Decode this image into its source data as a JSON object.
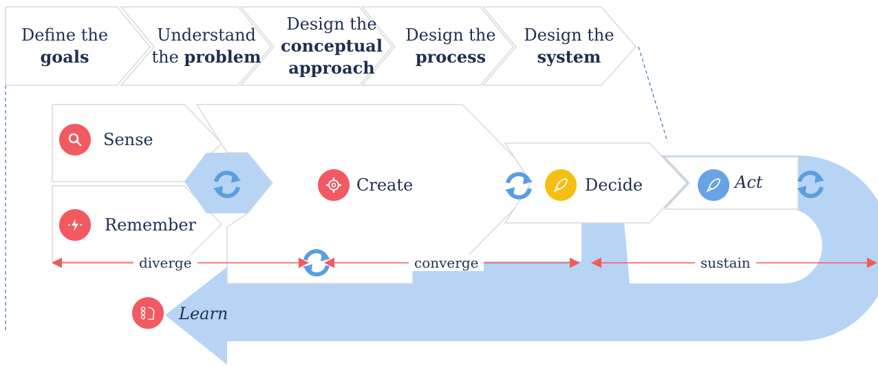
{
  "stages": [
    {
      "line1": "Define the",
      "line2": "goals",
      "line3": ""
    },
    {
      "line1": "Understand",
      "line2": "the ",
      "line2_bold": "problem",
      "line3": ""
    },
    {
      "line1": "Design the",
      "line2": "conceptual",
      "line3": "approach"
    },
    {
      "line1": "Design the",
      "line2": "process",
      "line3": ""
    },
    {
      "line1": "Design the",
      "line2": "system",
      "line3": ""
    }
  ],
  "steps": {
    "sense": "Sense",
    "remember": "Remember",
    "create": "Create",
    "decide": "Decide",
    "act": "Act",
    "learn": "Learn"
  },
  "spans": {
    "diverge": "diverge",
    "converge": "converge",
    "sustain": "sustain"
  },
  "colors": {
    "flow_blue": "#b7d4f5",
    "cycle_blue": "#5b9de0",
    "outline": "#d9d9d9",
    "text": "#1f2f4f",
    "red_icon": "#f15a60",
    "yellow_icon": "#f5bf12",
    "blue_icon": "#6aa2e6",
    "span_arrow": "#f05a5e",
    "dashed_line": "#3a6fb5"
  },
  "icons": {
    "sense": "magnifier-icon",
    "remember": "spark-icon",
    "create": "gear-icon",
    "decide": "rocket-icon",
    "act": "rocket-icon",
    "learn": "brain-icon",
    "cycle": "refresh-cycle-icon"
  }
}
